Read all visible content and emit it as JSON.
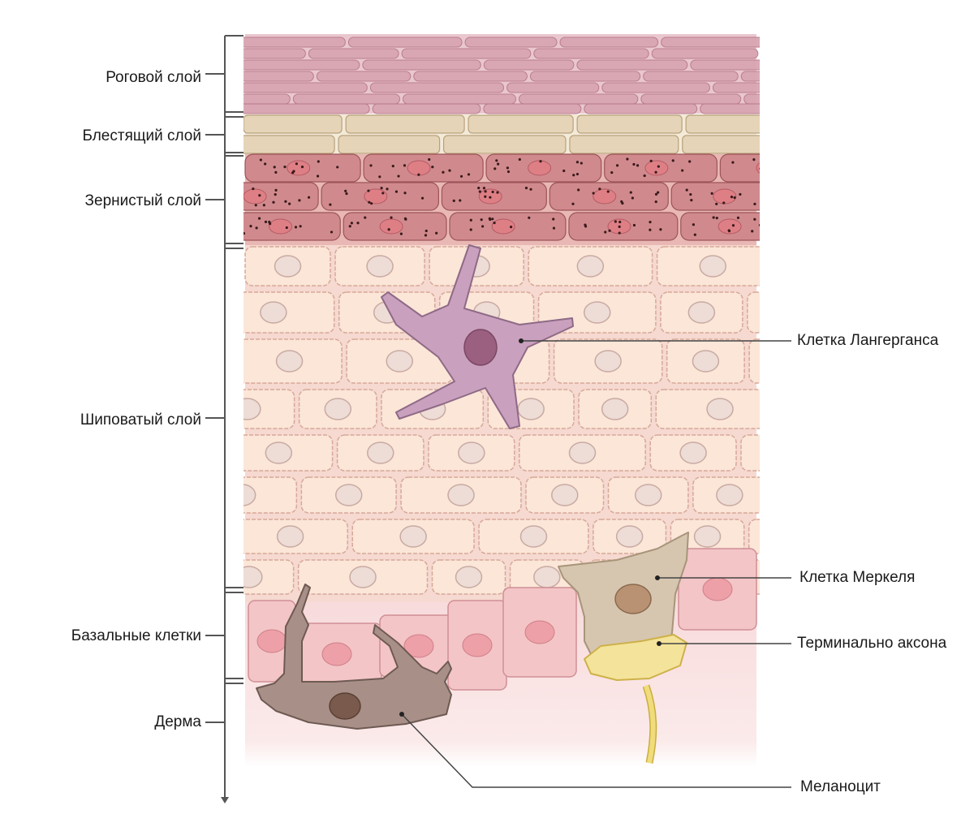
{
  "layers": [
    {
      "id": "stratum-corneum",
      "label": "Роговой слой"
    },
    {
      "id": "stratum-lucidum",
      "label": "Блестящий слой"
    },
    {
      "id": "stratum-granulosum",
      "label": "Зернистый слой"
    },
    {
      "id": "stratum-spinosum",
      "label": "Шиповатый слой"
    },
    {
      "id": "stratum-basale",
      "label": "Базальные клетки"
    },
    {
      "id": "dermis",
      "label": "Дерма"
    }
  ],
  "callouts": [
    {
      "id": "langerhans-cell",
      "label": "Клетка Лангерганса"
    },
    {
      "id": "merkel-cell",
      "label": "Клетка Меркеля"
    },
    {
      "id": "axon-terminal",
      "label": "Терминально аксона"
    },
    {
      "id": "melanocyte",
      "label": "Меланоцит"
    }
  ],
  "colors": {
    "corneum": "#d9a6b3",
    "lucidum": "#e6d4b8",
    "granulosum": "#d08a8e",
    "spinosum": "#fbe6d8",
    "basale": "#f3c5c7",
    "dermis": "#f9e0e0",
    "langerhans": "#c79dbb",
    "melanocyte": "#a48e84",
    "merkel": "#d9cbb7",
    "axon": "#f0dc7c"
  }
}
